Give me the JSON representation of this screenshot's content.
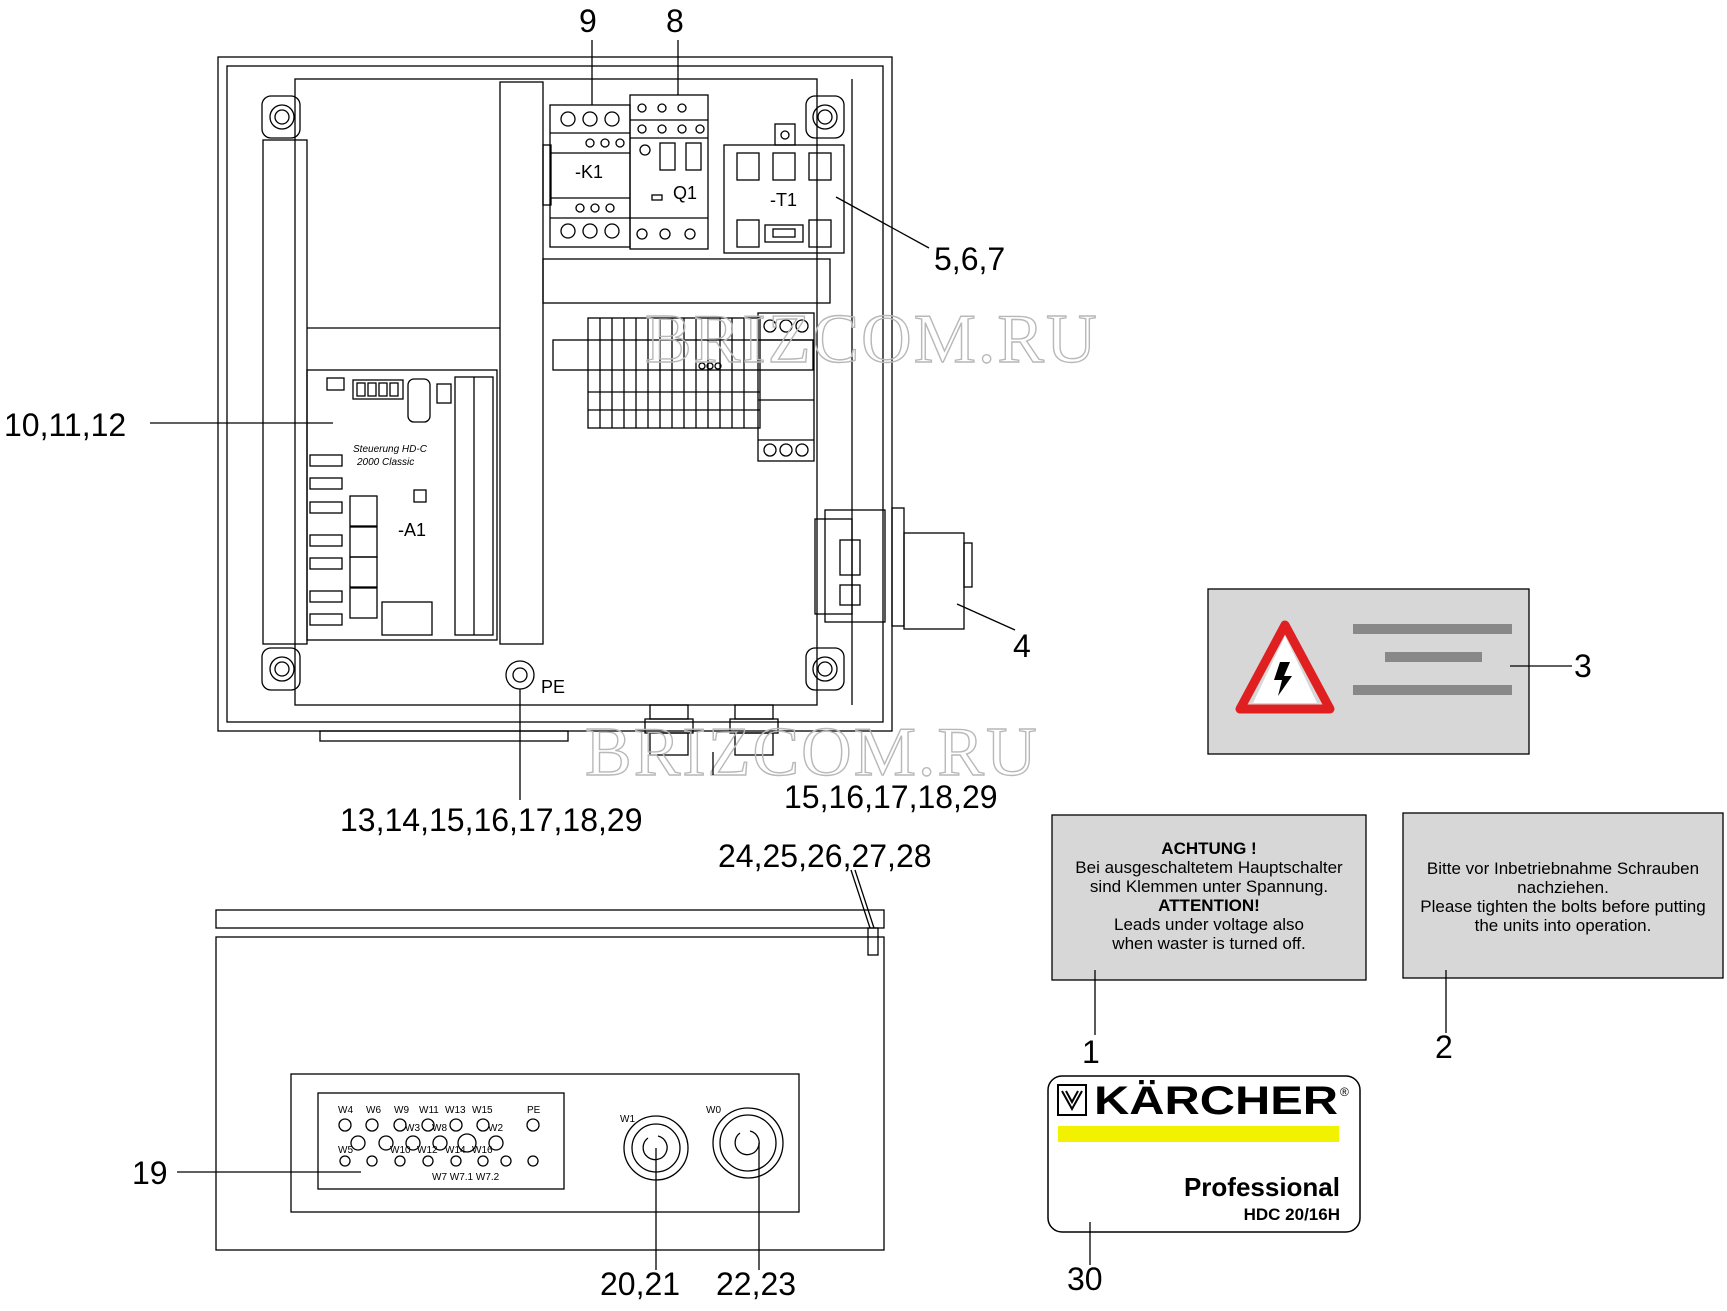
{
  "callouts": {
    "c9": "9",
    "c8": "8",
    "c567": "5,6,7",
    "c101112": "10,11,12",
    "c4": "4",
    "c3": "3",
    "c13": "13,14,15,16,17,18,29",
    "c15": "15,16,17,18,29",
    "c24": "24,25,26,27,28",
    "c19": "19",
    "c2021": "20,21",
    "c2223": "22,23",
    "c1": "1",
    "c2": "2",
    "c30": "30"
  },
  "component_labels": {
    "k1": "-K1",
    "q1": "Q1",
    "t1": "-T1",
    "a1": "-A1",
    "pe": "PE",
    "board_line1": "Steuerung HD-C",
    "board_line2": "2000 Classic"
  },
  "watermark": "BRIZCOM.RU",
  "label_1": {
    "line1": "ACHTUNG !",
    "line2": "Bei ausgeschaltetem Hauptschalter",
    "line3": "sind Klemmen unter Spannung.",
    "line4": "ATTENTION!",
    "line5": "Leads under voltage also",
    "line6": "when waster is turned off."
  },
  "label_2": {
    "line1": "Bitte vor Inbetriebnahme Schrauben",
    "line2": "nachziehen.",
    "line3": "Please tighten the bolts before putting",
    "line4": "the units into operation."
  },
  "nameplate": {
    "brand": "KÄRCHER",
    "line": "Professional",
    "model": "HDC 20/16H",
    "stripe_color": "#f2f200"
  },
  "terminal_panel": {
    "row1": [
      "W4",
      "W6",
      "W9",
      "W11",
      "W13",
      "W15",
      "PE"
    ],
    "row2": [
      "W3",
      "W8",
      "W2"
    ],
    "row3": [
      "W5",
      "W10",
      "W12",
      "W14",
      "W16"
    ],
    "row4": "W7 W7.1 W7.2",
    "w1": "W1",
    "w0": "W0"
  },
  "colors": {
    "label_bg": "#d7d7d7",
    "warning_red": "#e02020"
  }
}
